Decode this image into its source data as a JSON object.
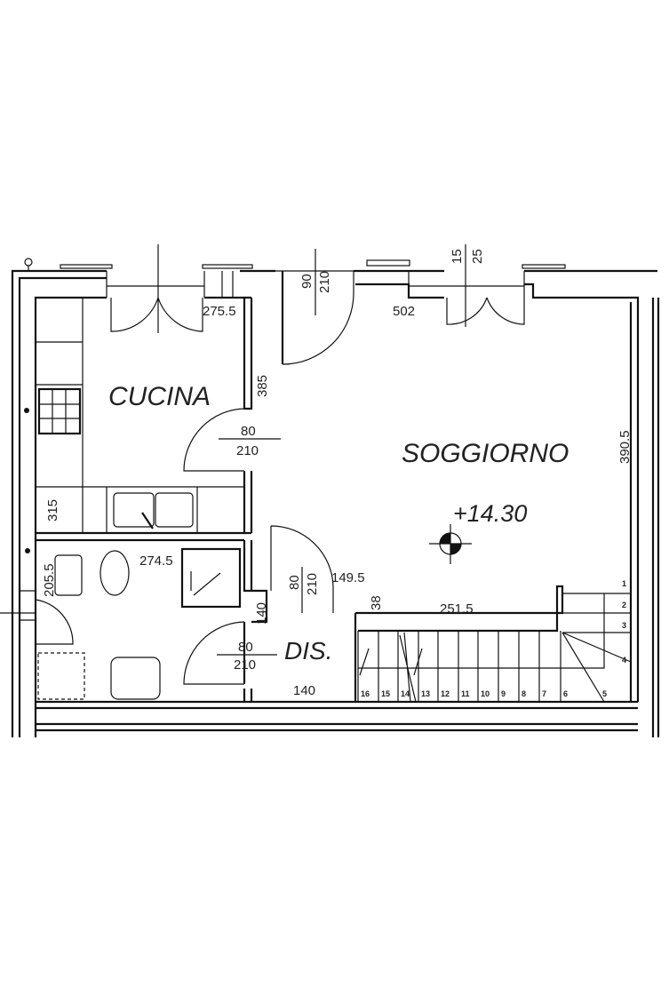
{
  "rooms": {
    "kitchen": "CUCINA",
    "living": "SOGGIORNO",
    "hall": "DIS."
  },
  "elevation": "+14.30",
  "dimensions": {
    "window_living_top": "15",
    "window_living_bottom": "25",
    "entry_door_width": "90",
    "entry_door_height": "210",
    "kitchen_width": "275.5",
    "living_width": "502",
    "kitchen_height": "385",
    "kitchen_door_width": "80",
    "kitchen_door_height": "210",
    "living_height": "390.5",
    "kitchen_counter": "315",
    "bath_width": "274.5",
    "bath_side": "205.5",
    "hall_door_width": "80",
    "hall_door_height": "210",
    "hall_width_top": "149.5",
    "stair_wall": "38",
    "stair_landing": "251.5",
    "hall_wall": "140",
    "bath_door_width": "80",
    "bath_door_height": "210",
    "hall_width_bottom": "140"
  },
  "stair_steps": [
    "1",
    "2",
    "3",
    "4",
    "5",
    "6",
    "7",
    "8",
    "9",
    "10",
    "11",
    "12",
    "13",
    "14",
    "15",
    "16"
  ]
}
